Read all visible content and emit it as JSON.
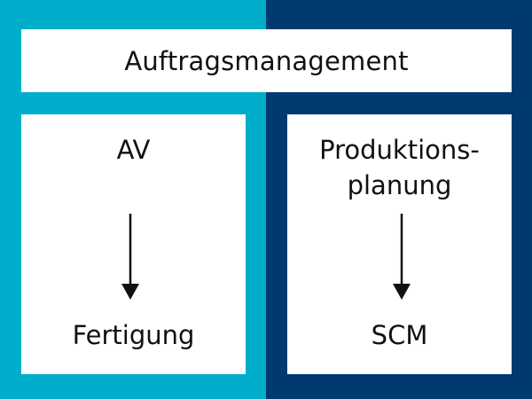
{
  "colors": {
    "left_background": "#00AECB",
    "right_background": "#003A70",
    "box_fill": "#FFFFFF",
    "text": "#111111",
    "arrow": "#111111"
  },
  "header": {
    "title": "Auftragsmanagement"
  },
  "left_column": {
    "title": "AV",
    "bottom": "Fertigung"
  },
  "right_column": {
    "title_line1": "Produktions-",
    "title_line2": "planung",
    "bottom": "SCM"
  }
}
